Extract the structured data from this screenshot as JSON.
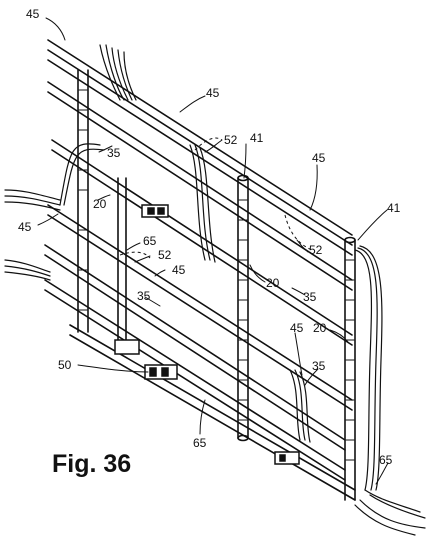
{
  "figure": {
    "caption": "Fig. 36",
    "labels": {
      "l45_top_left": "45",
      "l45_top_mid": "45",
      "l45_right": "45",
      "l45_left": "45",
      "l45_center": "45",
      "l45_lower_right": "45",
      "l52_top": "52",
      "l52_center": "52",
      "l52_right": "52",
      "l41_mid": "41",
      "l41_right": "41",
      "l35_upper": "35",
      "l35_center": "35",
      "l35_right": "35",
      "l35_lower": "35",
      "l20_left": "20",
      "l20_mid": "20",
      "l20_right": "20",
      "l65_center": "65",
      "l65_bottom": "65",
      "l65_right": "65",
      "l50": "50"
    }
  }
}
